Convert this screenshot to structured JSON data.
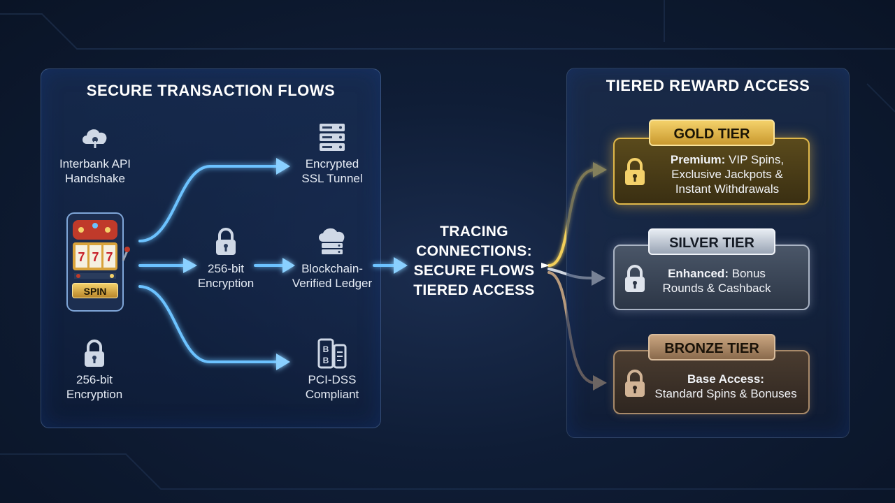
{
  "left_panel": {
    "title": "SECURE TRANSACTION FLOWS",
    "nodes": [
      {
        "label": "Interbank API\nHandshake",
        "icon": "cloud-lock-icon"
      },
      {
        "label": "256-bit\nEncryption",
        "icon": "padlock-icon"
      },
      {
        "label": "Encrypted\nSSL Tunnel",
        "icon": "server-stack-icon"
      },
      {
        "label": "256-bit\nEncryption",
        "icon": "padlock-icon"
      },
      {
        "label": "Blockchain-\nVerified Ledger",
        "icon": "cloud-server-icon"
      },
      {
        "label": "PCI-DSS\nCompliant",
        "icon": "document-check-icon"
      }
    ],
    "slot_machine": {
      "button_label": "SPIN",
      "reels": "7 7 7",
      "icon": "slot-machine-icon"
    }
  },
  "center": {
    "title": "TRACING\nCONNECTIONS:\nSECURE FLOWS\nTIERED ACCESS"
  },
  "right_panel": {
    "title": "TIERED REWARD ACCESS",
    "tiers": [
      {
        "name": "GOLD TIER",
        "lead": "Premium:",
        "text": " VIP Spins,\nExclusive Jackpots &\nInstant Withdrawals",
        "color": "#e0b84a"
      },
      {
        "name": "SILVER TIER",
        "lead": "Enhanced:",
        "text": " Bonus\nRounds & Cashback",
        "color": "#aab4c4"
      },
      {
        "name": "BRONZE TIER",
        "lead": "Base Access:",
        "text": "\nStandard Spins & Bonuses",
        "color": "#a88a6a"
      }
    ]
  }
}
